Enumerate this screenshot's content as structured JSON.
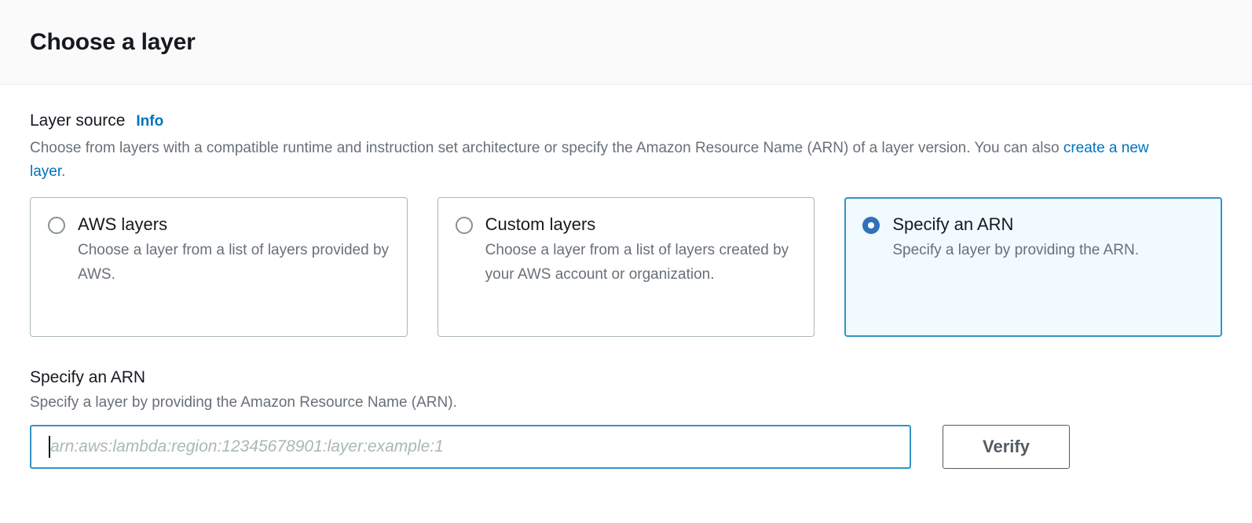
{
  "dialog": {
    "title": "Choose a layer"
  },
  "layer_source": {
    "label": "Layer source",
    "info_link": "Info",
    "description_before_link": "Choose from layers with a compatible runtime and instruction set architecture or specify the Amazon Resource Name (ARN) of a layer version. You can also ",
    "description_link": "create a new layer",
    "description_after_link": ".",
    "options": [
      {
        "title": "AWS layers",
        "description": "Choose a layer from a list of layers provided by AWS.",
        "selected": false
      },
      {
        "title": "Custom layers",
        "description": "Choose a layer from a list of layers created by your AWS account or organization.",
        "selected": false
      },
      {
        "title": "Specify an ARN",
        "description": "Specify a layer by providing the ARN.",
        "selected": true
      }
    ]
  },
  "arn_section": {
    "title": "Specify an ARN",
    "description": "Specify a layer by providing the Amazon Resource Name (ARN).",
    "input_placeholder": "arn:aws:lambda:region:12345678901:layer:example:1",
    "input_value": "",
    "verify_label": "Verify"
  },
  "colors": {
    "accent_blue": "#0073bb",
    "selected_border": "#3393c7",
    "selected_fill": "#f1faff",
    "radio_checked": "#2f72b8",
    "button_border": "#545b64",
    "header_bg": "#fafafa",
    "muted_text": "#687078"
  }
}
